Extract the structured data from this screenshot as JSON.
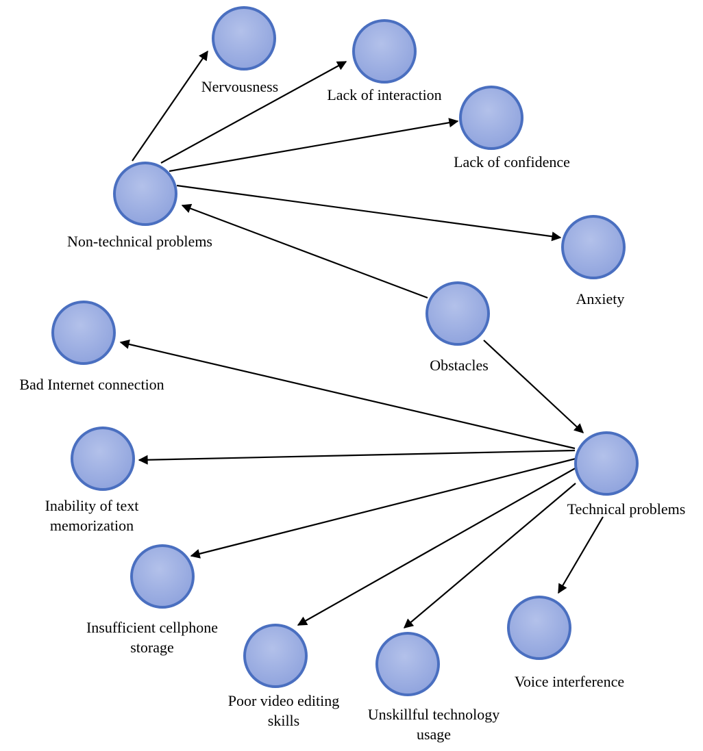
{
  "colors": {
    "node_fill": "#8fa3dd",
    "node_fill_light": "#b3c1ea",
    "node_stroke": "#4a6fc0",
    "edge": "#000000"
  },
  "nodes": [
    {
      "id": "nervousness",
      "label": [
        "Nervousness"
      ]
    },
    {
      "id": "lack-of-interaction",
      "label": [
        "Lack of interaction"
      ]
    },
    {
      "id": "lack-of-confidence",
      "label": [
        "Lack of confidence"
      ]
    },
    {
      "id": "non-technical-problems",
      "label": [
        "Non-technical problems"
      ]
    },
    {
      "id": "anxiety",
      "label": [
        "Anxiety"
      ]
    },
    {
      "id": "obstacles",
      "label": [
        "Obstacles"
      ]
    },
    {
      "id": "bad-internet-connection",
      "label": [
        "Bad Internet connection"
      ]
    },
    {
      "id": "technical-problems",
      "label": [
        "Technical problems"
      ]
    },
    {
      "id": "inability-of-text-memorization",
      "label": [
        "Inability of text",
        "memorization"
      ]
    },
    {
      "id": "insufficient-cellphone-storage",
      "label": [
        "Insufficient cellphone",
        "storage"
      ]
    },
    {
      "id": "poor-video-editing-skills",
      "label": [
        "Poor video editing",
        "skills"
      ]
    },
    {
      "id": "unskillful-technology-usage",
      "label": [
        "Unskillful technology",
        "usage"
      ]
    },
    {
      "id": "voice-interference",
      "label": [
        "Voice interference"
      ]
    }
  ],
  "edges": [
    {
      "from": "obstacles",
      "to": "non-technical-problems"
    },
    {
      "from": "obstacles",
      "to": "technical-problems"
    },
    {
      "from": "non-technical-problems",
      "to": "nervousness"
    },
    {
      "from": "non-technical-problems",
      "to": "lack-of-interaction"
    },
    {
      "from": "non-technical-problems",
      "to": "lack-of-confidence"
    },
    {
      "from": "non-technical-problems",
      "to": "anxiety"
    },
    {
      "from": "technical-problems",
      "to": "bad-internet-connection"
    },
    {
      "from": "technical-problems",
      "to": "inability-of-text-memorization"
    },
    {
      "from": "technical-problems",
      "to": "insufficient-cellphone-storage"
    },
    {
      "from": "technical-problems",
      "to": "poor-video-editing-skills"
    },
    {
      "from": "technical-problems",
      "to": "unskillful-technology-usage"
    },
    {
      "from": "technical-problems",
      "to": "voice-interference"
    }
  ]
}
